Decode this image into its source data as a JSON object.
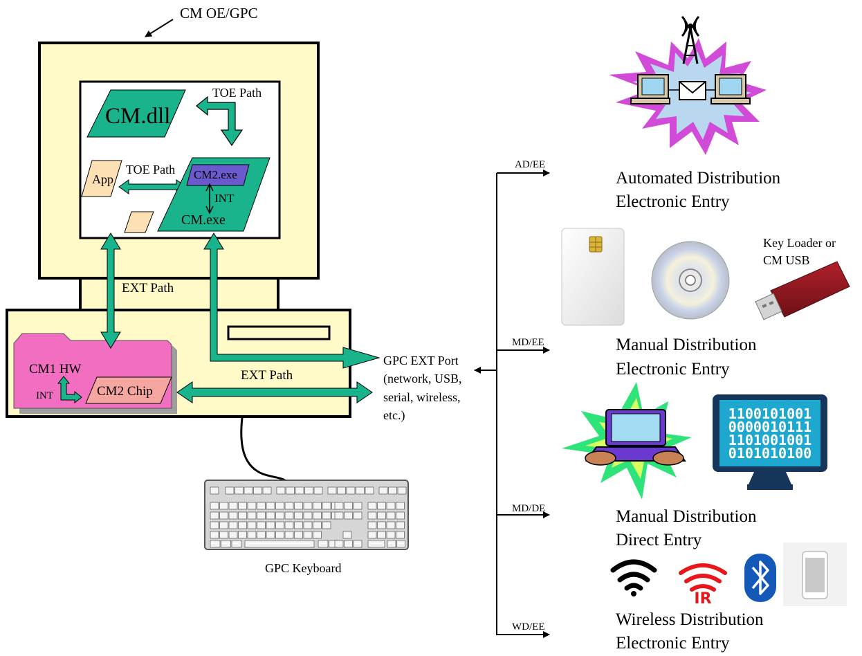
{
  "header": {
    "title": "CM OE/GPC"
  },
  "monitor": {
    "cm_dll": "CM.dll",
    "toe_path_top": "TOE Path",
    "app": "App",
    "toe_path_mid": "TOE Path",
    "cm2_exe": "CM2.exe",
    "int": "INT",
    "cm_exe": "CM.exe",
    "ext_path_vertical": "EXT Path"
  },
  "chassis": {
    "cm1_hw": "CM1 HW",
    "int": "INT",
    "cm2_chip": "CM2 Chip",
    "ext_path_horizontal": "EXT Path"
  },
  "port": {
    "lines": [
      "GPC EXT Port",
      "(network, USB,",
      "serial, wireless,",
      "etc.)"
    ]
  },
  "keyboard": {
    "label": "GPC Keyboard"
  },
  "branches": {
    "ad_ee": "AD/EE",
    "md_ee": "MD/EE",
    "md_de": "MD/DE",
    "wd_ee": "WD/EE"
  },
  "distribution": {
    "automated": [
      "Automated Distribution",
      "Electronic Entry"
    ],
    "manual_electronic": [
      "Manual Distribution",
      "Electronic Entry"
    ],
    "manual_direct": [
      "Manual Distribution",
      "Direct Entry"
    ],
    "wireless": [
      "Wireless Distribution",
      "Electronic Entry"
    ]
  },
  "key_loader": {
    "lines": [
      "Key Loader or",
      "CM USB"
    ]
  },
  "binary_screen": {
    "rows": [
      "1100101001",
      "0000010111",
      "1101001001",
      "0101010100"
    ]
  },
  "icons": {
    "ir_label": "IR"
  },
  "colors": {
    "beige": "#fffac8",
    "teal": "#1aa07a",
    "cm_green": "#19b48c",
    "purple_box": "#6a5acd",
    "pink": "#f26ec0",
    "salmon": "#f5a6a0",
    "app_peach": "#fde0b4"
  }
}
